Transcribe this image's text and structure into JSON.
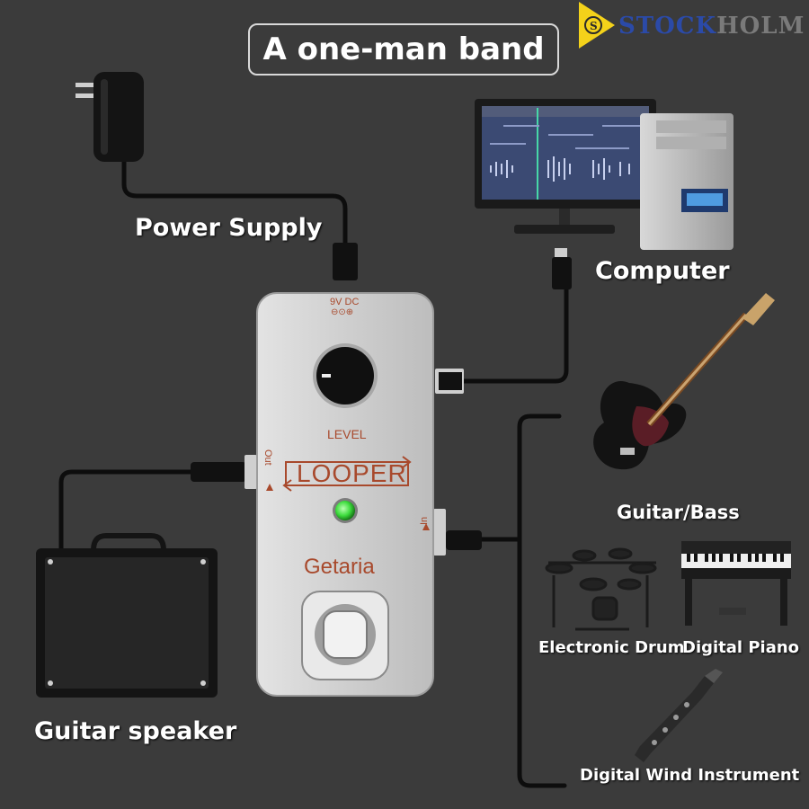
{
  "title": "A one-man band",
  "brand": {
    "part1": "STOCK",
    "part2": "HOLM",
    "badge": "S"
  },
  "labels": {
    "power_supply": "Power Supply",
    "computer": "Computer",
    "guitar_bass": "Guitar/Bass",
    "electronic_drum": "Electronic Drum",
    "digital_piano": "Digital Piano",
    "digital_wind": "Digital Wind Instrument",
    "guitar_speaker": "Guitar speaker"
  },
  "pedal": {
    "power_label": "9V DC",
    "polarity": "⊖⊙⊕",
    "level_label": "LEVEL",
    "name": "LOOPER",
    "maker": "Getaria",
    "out_label": "Out",
    "in_label": "In"
  },
  "colors": {
    "background": "#3b3b3b",
    "pedal_body": "#cfcfcf",
    "pedal_text": "#a8492c",
    "led": "#3ddc3d",
    "brand_blue": "#2b4aa8",
    "brand_yellow": "#f4d21a"
  }
}
